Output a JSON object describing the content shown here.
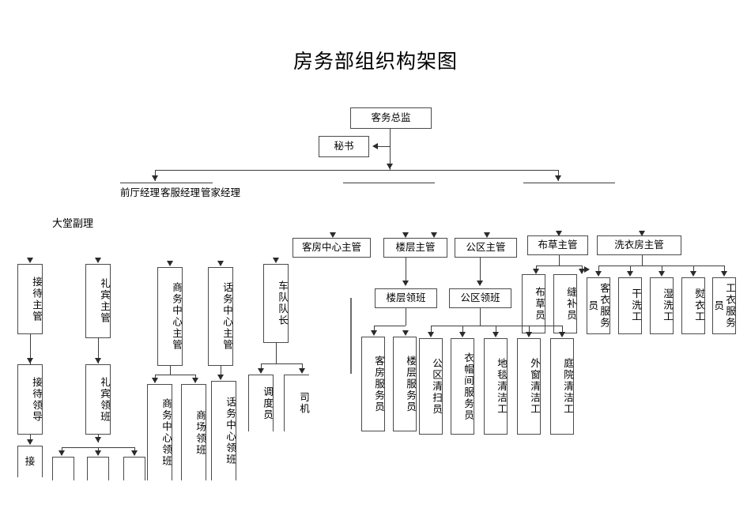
{
  "document": {
    "title": "房务部组织构架图"
  },
  "chart_data": {
    "type": "diagram",
    "title": "房务部组织构架图",
    "subtype": "organization-chart",
    "orientation": "top-down",
    "nodes": [
      {
        "id": "n1",
        "label": "客务总监",
        "level": 0
      },
      {
        "id": "n2",
        "label": "秘书",
        "level": 1
      },
      {
        "id": "n3",
        "label": "前厅经理",
        "level": 2
      },
      {
        "id": "n4",
        "label": "客服经理",
        "level": 2
      },
      {
        "id": "n5",
        "label": "管家经理",
        "level": 2
      },
      {
        "id": "n6",
        "label": "大堂副理",
        "level": 3
      },
      {
        "id": "n7",
        "label": "接待主管",
        "level": 3
      },
      {
        "id": "n8",
        "label": "礼宾主管",
        "level": 3
      },
      {
        "id": "n9",
        "label": "商务中心主管",
        "level": 3
      },
      {
        "id": "n10",
        "label": "话务中心主管",
        "level": 3
      },
      {
        "id": "n11",
        "label": "车队队长",
        "level": 3
      },
      {
        "id": "n12",
        "label": "接待领导",
        "level": 4
      },
      {
        "id": "n13",
        "label": "礼宾领班",
        "level": 4
      },
      {
        "id": "n14",
        "label": "商务中心领班",
        "level": 4
      },
      {
        "id": "n15",
        "label": "商场领班",
        "level": 4
      },
      {
        "id": "n16",
        "label": "话务中心领班",
        "level": 4
      },
      {
        "id": "n17",
        "label": "调度员",
        "level": 4
      },
      {
        "id": "n18",
        "label": "司机",
        "level": 4
      },
      {
        "id": "n19",
        "label": "接",
        "level": 5
      },
      {
        "id": "n20",
        "label": "客房中心主管",
        "level": 3
      },
      {
        "id": "n21",
        "label": "楼层主管",
        "level": 3
      },
      {
        "id": "n22",
        "label": "公区主管",
        "level": 3
      },
      {
        "id": "n23",
        "label": "布草主管",
        "level": 3
      },
      {
        "id": "n24",
        "label": "洗衣房主管",
        "level": 3
      },
      {
        "id": "n25",
        "label": "楼层领班",
        "level": 4
      },
      {
        "id": "n26",
        "label": "公区领班",
        "level": 4
      },
      {
        "id": "n27",
        "label": "布草员",
        "level": 4
      },
      {
        "id": "n28",
        "label": "缝补员",
        "level": 4
      },
      {
        "id": "n29",
        "label": "客衣服务员",
        "level": 4
      },
      {
        "id": "n30",
        "label": "干洗工",
        "level": 4
      },
      {
        "id": "n31",
        "label": "湿洗工",
        "level": 4
      },
      {
        "id": "n32",
        "label": "熨衣工",
        "level": 4
      },
      {
        "id": "n33",
        "label": "工衣服务员",
        "level": 4
      },
      {
        "id": "n34",
        "label": "客房服务员",
        "level": 5
      },
      {
        "id": "n35",
        "label": "楼层服务员",
        "level": 5
      },
      {
        "id": "n36",
        "label": "公区清扫员",
        "level": 5
      },
      {
        "id": "n37",
        "label": "衣帽间服务员",
        "level": 5
      },
      {
        "id": "n38",
        "label": "地毯清洁工",
        "level": 5
      },
      {
        "id": "n39",
        "label": "外窗清洁工",
        "level": 5
      },
      {
        "id": "n40",
        "label": "庭院清洁工",
        "level": 5
      }
    ],
    "edges": [
      {
        "from": "n1",
        "to": "n2"
      },
      {
        "from": "n1",
        "to": "n3"
      },
      {
        "from": "n1",
        "to": "n4"
      },
      {
        "from": "n1",
        "to": "n5"
      },
      {
        "from": "n7",
        "to": "n12"
      },
      {
        "from": "n8",
        "to": "n13"
      },
      {
        "from": "n9",
        "to": "n14"
      },
      {
        "from": "n9",
        "to": "n15"
      },
      {
        "from": "n10",
        "to": "n16"
      },
      {
        "from": "n11",
        "to": "n17"
      },
      {
        "from": "n11",
        "to": "n18"
      },
      {
        "from": "n12",
        "to": "n19"
      },
      {
        "from": "n20",
        "to": "n34"
      },
      {
        "from": "n21",
        "to": "n25"
      },
      {
        "from": "n22",
        "to": "n26"
      },
      {
        "from": "n25",
        "to": "n34"
      },
      {
        "from": "n25",
        "to": "n35"
      },
      {
        "from": "n26",
        "to": "n36"
      },
      {
        "from": "n26",
        "to": "n37"
      },
      {
        "from": "n26",
        "to": "n38"
      },
      {
        "from": "n26",
        "to": "n39"
      },
      {
        "from": "n26",
        "to": "n40"
      },
      {
        "from": "n23",
        "to": "n27"
      },
      {
        "from": "n23",
        "to": "n28"
      },
      {
        "from": "n24",
        "to": "n29"
      },
      {
        "from": "n24",
        "to": "n30"
      },
      {
        "from": "n24",
        "to": "n31"
      },
      {
        "from": "n24",
        "to": "n32"
      },
      {
        "from": "n24",
        "to": "n33"
      }
    ],
    "colors": {
      "box_border": "#4a4a4a",
      "line": "#3d3d3d",
      "text": "#000000",
      "background": "#ffffff"
    }
  },
  "top": {
    "director": "客务总监",
    "secretary": "秘书"
  },
  "managers": {
    "front_office": "前厅经理",
    "guest_service": "客服经理",
    "housekeeping": "管家经理"
  },
  "lobby": {
    "assistant_manager": "大堂副理"
  },
  "front_office_branch": {
    "supervisors": [
      {
        "label": "接待主管"
      },
      {
        "label": "礼宾主管"
      },
      {
        "label": "商务中心主管"
      },
      {
        "label": "话务中心主管"
      },
      {
        "label": "车队队长"
      }
    ],
    "captains": [
      {
        "label": "接待领导"
      },
      {
        "label": "礼宾领班"
      },
      {
        "label": "商务中心领班"
      },
      {
        "label": "商场领班"
      },
      {
        "label": "话务中心领班"
      },
      {
        "label": "调度员"
      },
      {
        "label": "司机"
      }
    ],
    "staff": [
      {
        "label": "接"
      }
    ]
  },
  "housekeeping_branch": {
    "supervisors": [
      {
        "label": "客房中心主管"
      },
      {
        "label": "楼层主管"
      },
      {
        "label": "公区主管"
      },
      {
        "label": "布草主管"
      },
      {
        "label": "洗衣房主管"
      }
    ],
    "captains": [
      {
        "label": "楼层领班"
      },
      {
        "label": "公区领班"
      }
    ],
    "linen_staff": [
      {
        "label": "布草员"
      },
      {
        "label": "缝补员"
      }
    ],
    "laundry_staff": [
      {
        "label": "客衣服务员"
      },
      {
        "label": "干洗工"
      },
      {
        "label": "湿洗工"
      },
      {
        "label": "熨衣工"
      },
      {
        "label": "工衣服务员"
      }
    ],
    "room_staff": [
      {
        "label": "客房服务员"
      },
      {
        "label": "楼层服务员"
      }
    ],
    "public_area_staff": [
      {
        "label": "公区清扫员"
      },
      {
        "label": "衣帽间服务员"
      },
      {
        "label": "地毯清洁工"
      },
      {
        "label": "外窗清洁工"
      },
      {
        "label": "庭院清洁工"
      }
    ]
  }
}
